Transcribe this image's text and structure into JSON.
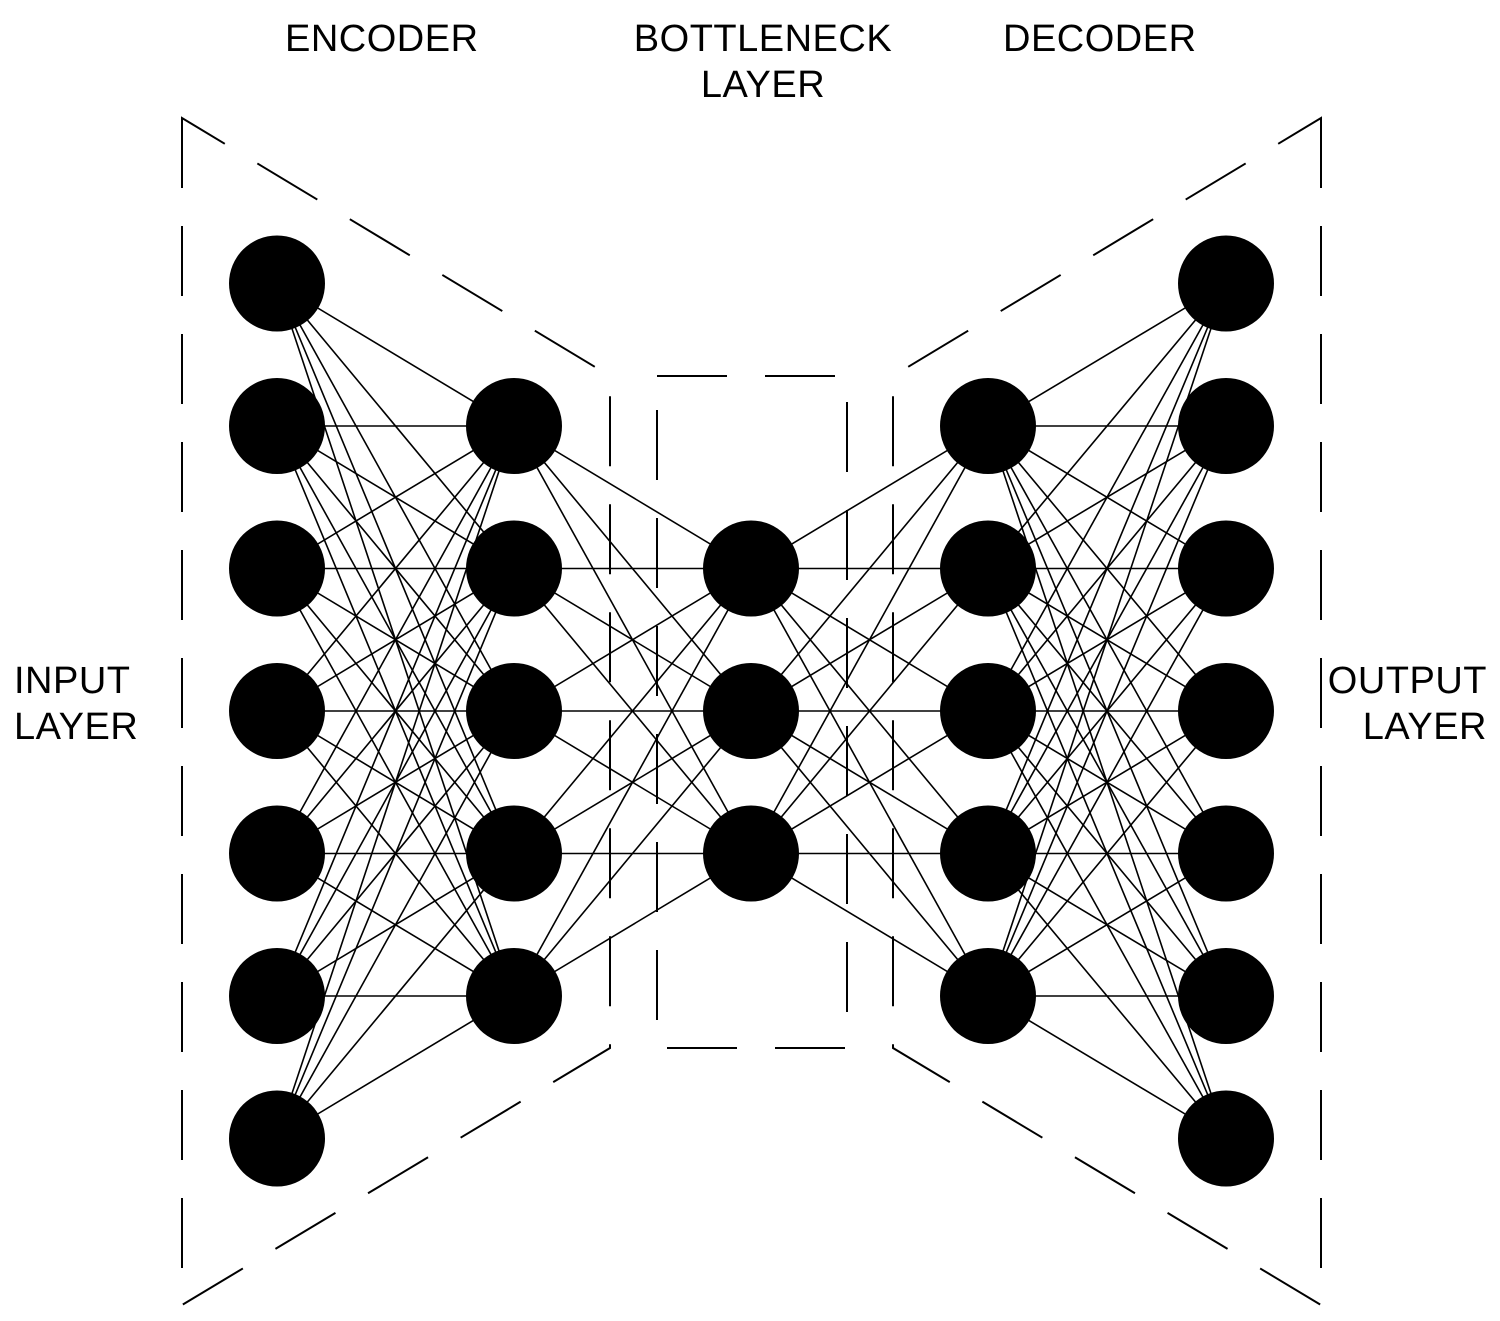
{
  "labels": {
    "encoder": "ENCODER",
    "bottleneck_line1": "BOTTLENECK",
    "bottleneck_line2": "LAYER",
    "decoder": "DECODER",
    "input_line1": "INPUT",
    "input_line2": "LAYER",
    "output_line1": "OUTPUT",
    "output_line2": "LAYER"
  },
  "network": {
    "layers": [
      {
        "name": "input",
        "nodes": 7
      },
      {
        "name": "encoder-hidden",
        "nodes": 5
      },
      {
        "name": "bottleneck",
        "nodes": 3
      },
      {
        "name": "decoder-hidden",
        "nodes": 5
      },
      {
        "name": "output",
        "nodes": 7
      }
    ],
    "fully_connected": true
  },
  "colors": {
    "node": "#000000",
    "edge": "#000000",
    "frame": "#000000",
    "background": "#ffffff"
  }
}
